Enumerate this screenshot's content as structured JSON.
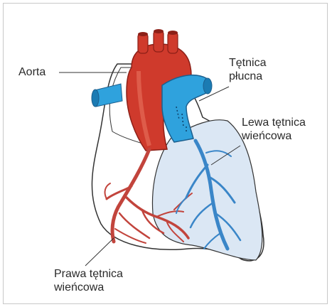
{
  "labels": {
    "aorta": "Aorta",
    "pulmonary_artery": [
      "Tętnica",
      "płucna"
    ],
    "left_coronary_artery": [
      "Lewa tętnica",
      "wieńcowa"
    ],
    "right_coronary_artery": [
      "Prawa tętnica",
      "wieńcowa"
    ]
  },
  "colors": {
    "aorta": "#cf3a2c",
    "pulmonary_artery": "#2fa2dd",
    "heart_outline": "#333333",
    "myocardium_right": "#ffffff",
    "myocardium_left": "#d8e6f3",
    "coronary_right": "#c2443c",
    "coronary_left": "#3a86c8"
  }
}
